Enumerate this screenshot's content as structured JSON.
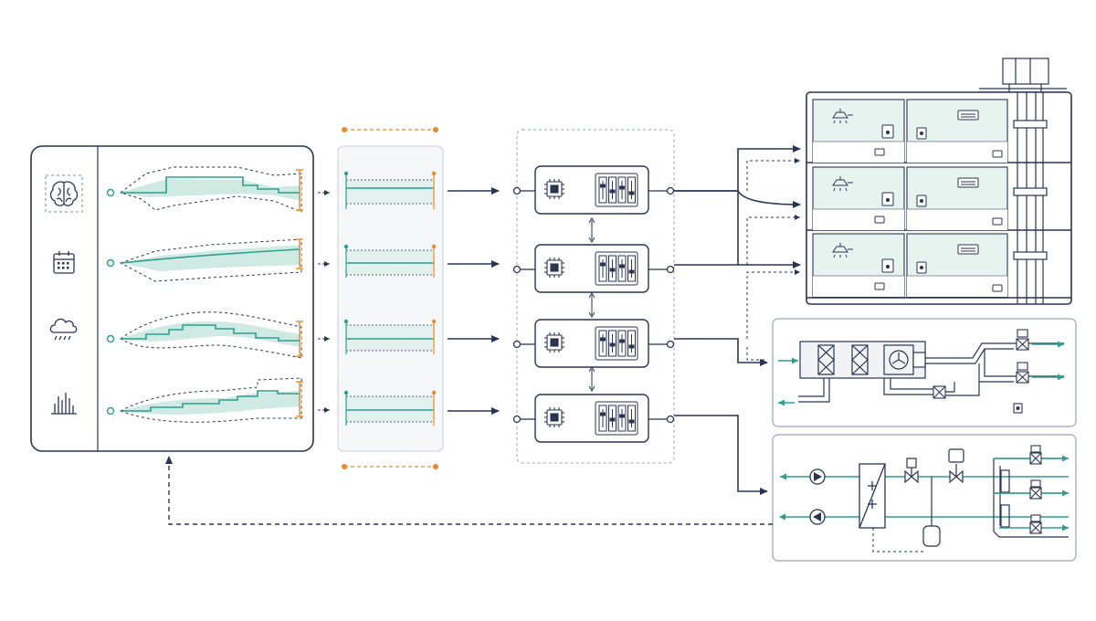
{
  "colors": {
    "navy": "#2a3553",
    "teal": "#2f9e8f",
    "teal_fill": "#cfe9e3",
    "panel_fill": "#e6f3ef",
    "orange": "#e8892b",
    "gray": "#9aa3b2",
    "light_panel": "#f5f7f8"
  },
  "inputs": [
    {
      "icon": "brain-icon",
      "name": "forecast-history"
    },
    {
      "icon": "calendar-icon",
      "name": "forecast-calendar"
    },
    {
      "icon": "weather-cloud-icon",
      "name": "forecast-weather"
    },
    {
      "icon": "bar-chart-icon",
      "name": "forecast-demand"
    }
  ],
  "controllers": [
    "controller-1",
    "controller-2",
    "controller-3",
    "controller-4"
  ],
  "building": {
    "floors": 3,
    "rooms_per_floor": 2
  },
  "subsystems": [
    "air-handling-unit",
    "hydronic-loop"
  ]
}
